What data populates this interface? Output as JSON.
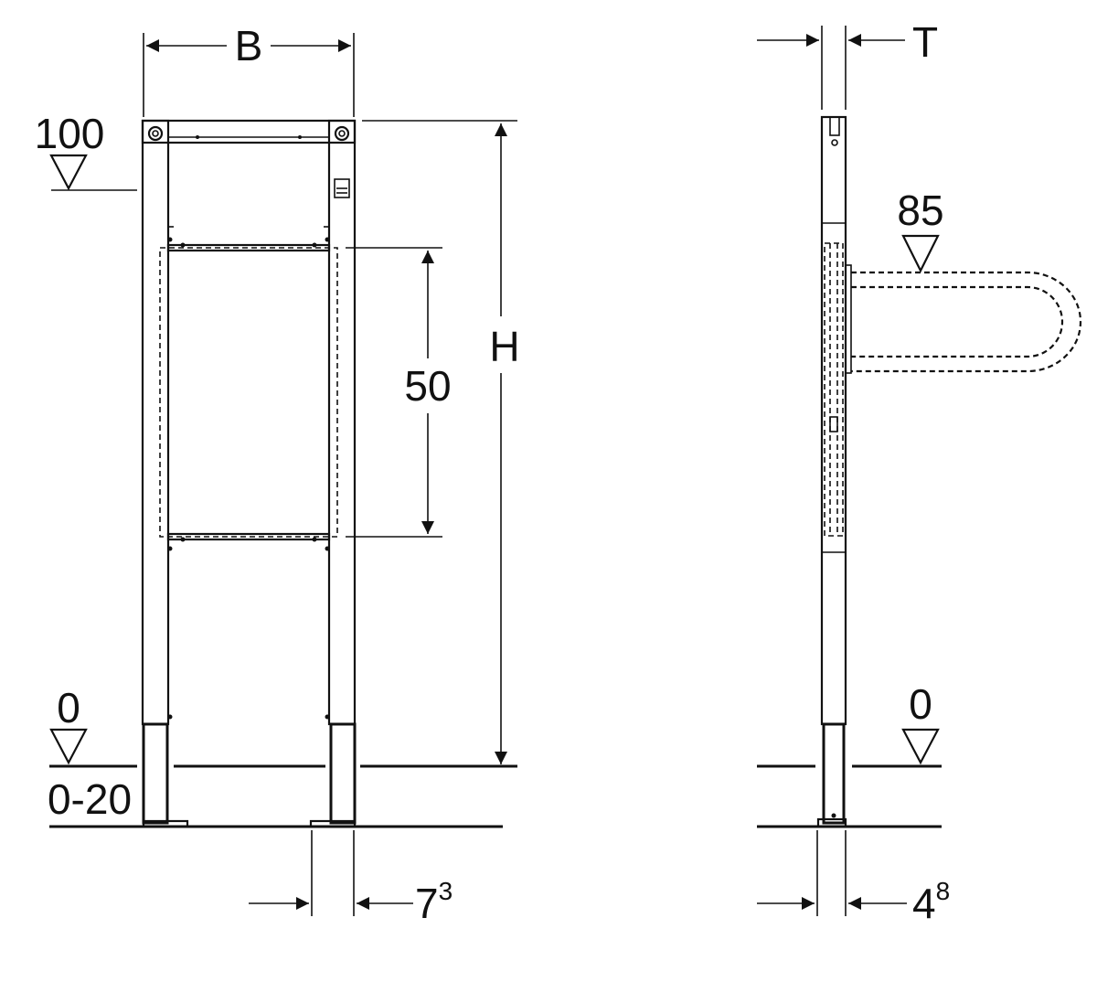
{
  "front_view": {
    "width_label": "B",
    "height_label": "H",
    "range_label": "50",
    "level_top": "100",
    "level_floor": "0",
    "adjust_range": "0-20",
    "foot_base": "7",
    "foot_sup": "3"
  },
  "side_view": {
    "depth_label": "T",
    "level_pipe": "85",
    "level_floor": "0",
    "foot_base": "4",
    "foot_sup": "8"
  }
}
